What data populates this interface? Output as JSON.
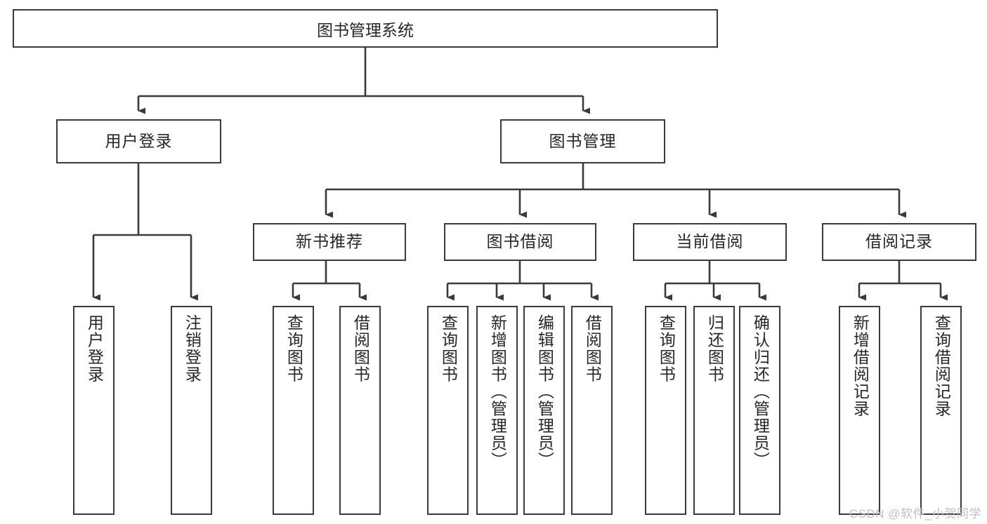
{
  "diagram": {
    "title": "图书管理系统",
    "type": "tree-hierarchy",
    "watermark": "CSDN @软件_小贺同学",
    "colors": {
      "box_border": "#3a3a3a",
      "box_fill": "#ffffff",
      "text": "#262626",
      "edge": "#3a3a3a",
      "watermark": "#bfbfbf",
      "background": "#ffffff"
    }
  },
  "nodes": {
    "root": {
      "label": "图书管理系统"
    },
    "level2": [
      {
        "id": "user-login",
        "label": "用户登录"
      },
      {
        "id": "book-manage",
        "label": "图书管理"
      }
    ],
    "level3": [
      {
        "id": "new-book-recommend",
        "label": "新书推荐"
      },
      {
        "id": "book-borrow",
        "label": "图书借阅"
      },
      {
        "id": "current-borrow",
        "label": "当前借阅"
      },
      {
        "id": "borrow-record",
        "label": "借阅记录"
      }
    ],
    "leaves": {
      "user-login": [
        {
          "id": "leaf-user-login",
          "label": "用户登录"
        },
        {
          "id": "leaf-logout-login",
          "label": "注销登录"
        }
      ],
      "new-book-recommend": [
        {
          "id": "leaf-query-book-1",
          "label": "查询图书"
        },
        {
          "id": "leaf-borrow-book-1",
          "label": "借阅图书"
        }
      ],
      "book-borrow": [
        {
          "id": "leaf-query-book-2",
          "label": "查询图书"
        },
        {
          "id": "leaf-add-book",
          "label": "新增图书（管理员）"
        },
        {
          "id": "leaf-edit-book",
          "label": "编辑图书（管理员）"
        },
        {
          "id": "leaf-borrow-book-2",
          "label": "借阅图书"
        }
      ],
      "current-borrow": [
        {
          "id": "leaf-query-book-3",
          "label": "查询图书"
        },
        {
          "id": "leaf-return-book",
          "label": "归还图书"
        },
        {
          "id": "leaf-confirm-return",
          "label": "确认归还（管理员）"
        }
      ],
      "borrow-record": [
        {
          "id": "leaf-add-record",
          "label": "新增借阅记录"
        },
        {
          "id": "leaf-query-record",
          "label": "查询借阅记录"
        }
      ]
    }
  }
}
